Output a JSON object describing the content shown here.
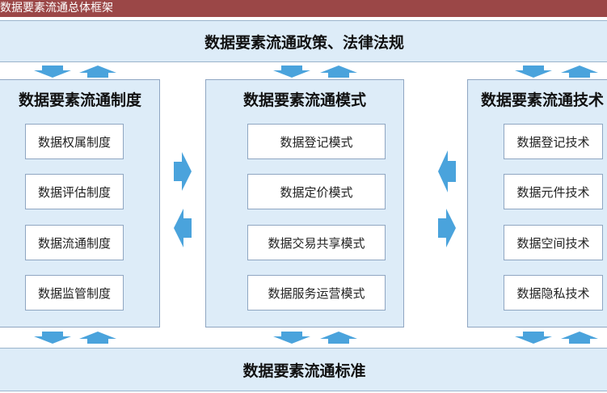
{
  "title": "数据要素流通总体框架",
  "top_band": "数据要素流通政策、法律法规",
  "bottom_band": "数据要素流通标准",
  "columns": [
    {
      "title": "数据要素流通制度",
      "items": [
        "数据权属制度",
        "数据评估制度",
        "数据流通制度",
        "数据监管制度"
      ]
    },
    {
      "title": "数据要素流通模式",
      "items": [
        "数据登记模式",
        "数据定价模式",
        "数据交易共享模式",
        "数据服务运营模式"
      ]
    },
    {
      "title": "数据要素流通技术",
      "items": [
        "数据登记技术",
        "数据元件技术",
        "数据空间技术",
        "数据隐私技术"
      ]
    }
  ],
  "colors": {
    "title_bar": "#9b4747",
    "panel": "#ddecf8",
    "arrow": "#4aa3dc"
  }
}
